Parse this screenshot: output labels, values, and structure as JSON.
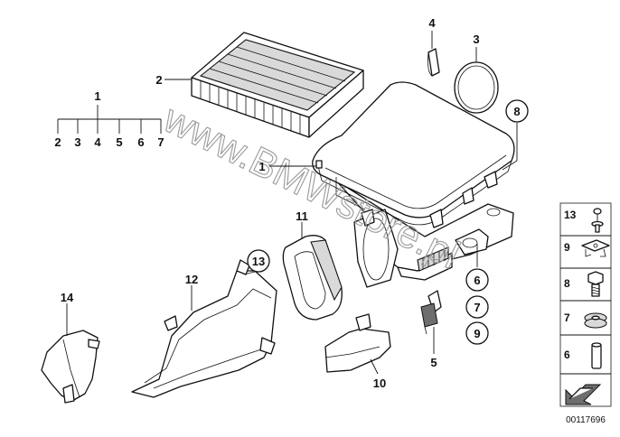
{
  "labels": {
    "l1_top": "1",
    "l2_row": "2",
    "l3_row": "3",
    "l4_row": "4",
    "l5_row": "5",
    "l6_row": "6",
    "l7_row": "7",
    "l2_filter": "2",
    "l4_clip": "4",
    "l3_ring": "3",
    "l8_circle": "8",
    "l1_box": "1",
    "l11": "11",
    "l13_circle": "13",
    "l12": "12",
    "l14": "14",
    "l5_sensor": "5",
    "l6_circle": "6",
    "l7_circle": "7",
    "l9_circle": "9",
    "l10": "10"
  },
  "legend": [
    "13",
    "9",
    "8",
    "7",
    "6"
  ],
  "watermark": "www.BMWstore.pl",
  "diagram_code": "00117696",
  "icons": {
    "legend_13": "screw-with-washer-icon",
    "legend_9": "spring-clip-icon",
    "legend_8": "bolt-icon",
    "legend_7": "rubber-grommet-icon",
    "legend_6": "rubber-buffer-icon",
    "arrow": "direction-arrow-icon"
  }
}
